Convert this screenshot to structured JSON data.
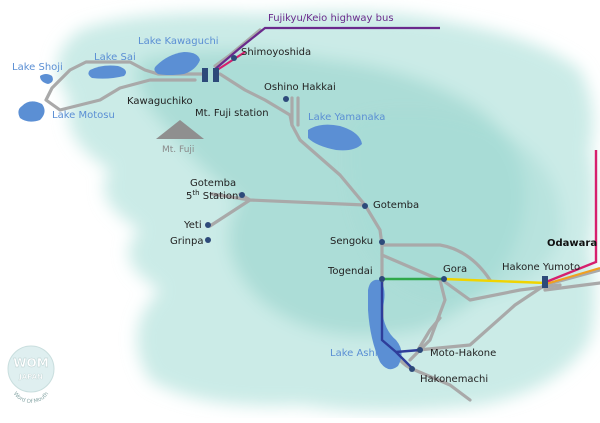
{
  "colors": {
    "lake": "#5b8fd4",
    "lake_label": "#5b8fd4",
    "road": "#a9a9a9",
    "station": "#2d4a7a",
    "bus_line": "#6a2a8c",
    "railway_pink": "#d6206e",
    "railway_yellow": "#f0d400",
    "railway_orange": "#f0a020",
    "ropeway_green": "#2fa84a",
    "ferry_blue": "#2e3d9a",
    "watercolor": "#9fd8d2"
  },
  "route_label": "Fujikyu/Keio highway bus",
  "lakes": {
    "shoji": "Lake Shoji",
    "sai": "Lake Sai",
    "kawaguchi": "Lake Kawaguchi",
    "motosu": "Lake Motosu",
    "yamanaka": "Lake Yamanaka",
    "ashi": "Lake Ashi"
  },
  "mountain": {
    "label": "Mt. Fuji",
    "icon": "mountain-icon"
  },
  "stations": {
    "shimoyoshida": "Shimoyoshida",
    "kawaguchiko": "Kawaguchiko",
    "mt_fuji_station": "Mt. Fuji station",
    "oshino_hakkai": "Oshino Hakkai",
    "gotemba_5th_line1": "Gotemba",
    "gotemba_5th_line2_prefix": "5",
    "gotemba_5th_line2_sup": "th",
    "gotemba_5th_line2_suffix": " Station",
    "yeti": "Yeti",
    "grinpa": "Grinpa",
    "gotemba": "Gotemba",
    "sengoku": "Sengoku",
    "togendai": "Togendai",
    "gora": "Gora",
    "hakone_yumoto": "Hakone Yumoto",
    "odawara": "Odawara",
    "moto_hakone": "Moto-Hakone",
    "hakonemachi": "Hakonemachi"
  },
  "logo": {
    "main": "WOM",
    "sub": "JAPAN",
    "ring": "Word Of Mouth"
  }
}
